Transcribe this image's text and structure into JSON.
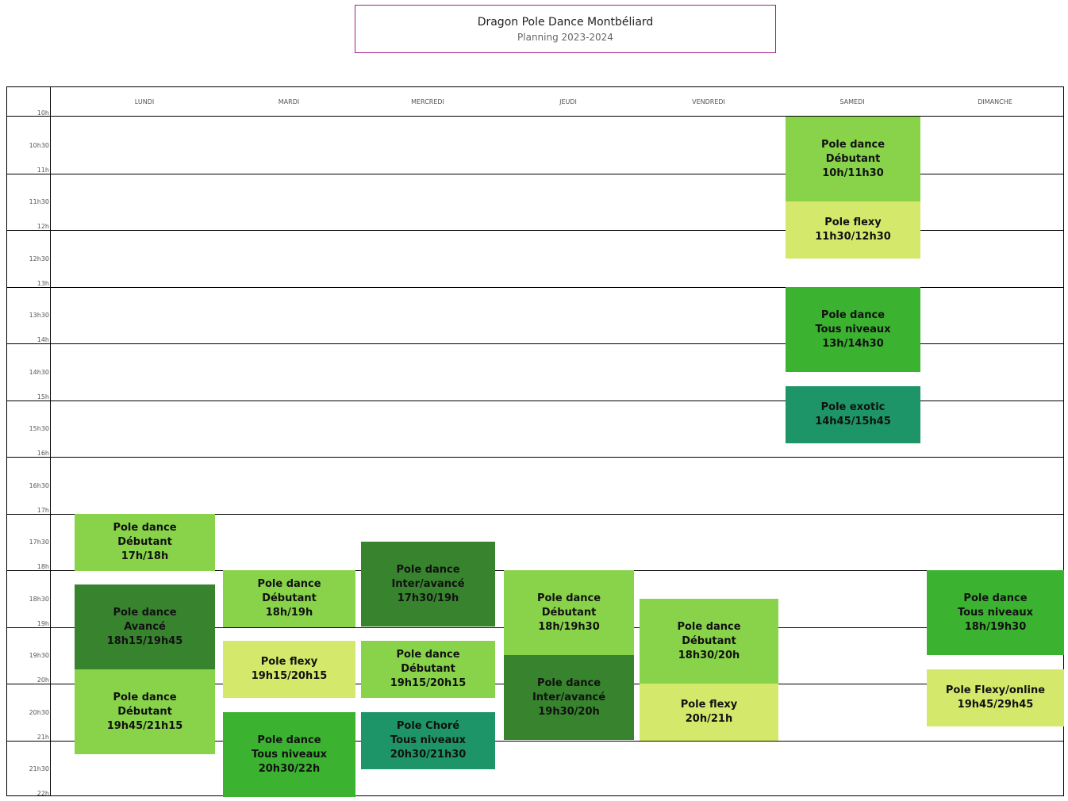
{
  "header": {
    "title": "Dragon Pole Dance Montbéliard",
    "subtitle": "Planning 2023-2024"
  },
  "days": [
    "LUNDI",
    "MARDI",
    "MERCREDI",
    "JEUDI",
    "VENDREDI",
    "SAMEDI",
    "DIMANCHE"
  ],
  "hours": [
    "10h",
    "10h30",
    "11h",
    "11h30",
    "12h",
    "12h30",
    "13h",
    "13h30",
    "14h",
    "14h30",
    "15h",
    "15h30",
    "16h",
    "16h30",
    "17h",
    "17h30",
    "18h",
    "18h30",
    "19h",
    "19h30",
    "20h",
    "20h30",
    "21h",
    "21h30",
    "22h"
  ],
  "colors": {
    "light_green": "#88d34a",
    "yellow_green": "#d4e96b",
    "green": "#3cb231",
    "dark_green": "#37832e",
    "teal": "#1e9569",
    "title_border": "#a0208c"
  },
  "events": [
    {
      "day": "LUNDI",
      "lines": [
        "Pole dance",
        "Débutant",
        "17h/18h"
      ],
      "color": "light_green"
    },
    {
      "day": "LUNDI",
      "lines": [
        "Pole dance",
        "Avancé",
        "18h15/19h45"
      ],
      "color": "dark_green"
    },
    {
      "day": "LUNDI",
      "lines": [
        "Pole dance",
        "Débutant",
        "19h45/21h15"
      ],
      "color": "light_green"
    },
    {
      "day": "MARDI",
      "lines": [
        "Pole dance",
        "Débutant",
        "18h/19h"
      ],
      "color": "light_green"
    },
    {
      "day": "MARDI",
      "lines": [
        "Pole flexy",
        "19h15/20h15"
      ],
      "color": "yellow_green"
    },
    {
      "day": "MARDI",
      "lines": [
        "Pole dance",
        "Tous niveaux",
        "20h30/22h"
      ],
      "color": "green"
    },
    {
      "day": "MERCREDI",
      "lines": [
        "Pole dance",
        "Inter/avancé",
        "17h30/19h"
      ],
      "color": "dark_green"
    },
    {
      "day": "MERCREDI",
      "lines": [
        "Pole dance",
        "Débutant",
        "19h15/20h15"
      ],
      "color": "light_green"
    },
    {
      "day": "MERCREDI",
      "lines": [
        "Pole Choré",
        "Tous niveaux",
        "20h30/21h30"
      ],
      "color": "teal"
    },
    {
      "day": "JEUDI",
      "lines": [
        "Pole dance",
        "Débutant",
        "18h/19h30"
      ],
      "color": "light_green"
    },
    {
      "day": "JEUDI",
      "lines": [
        "Pole dance",
        "Inter/avancé",
        "19h30/20h"
      ],
      "color": "dark_green"
    },
    {
      "day": "VENDREDI",
      "lines": [
        "Pole dance",
        "Débutant",
        "18h30/20h"
      ],
      "color": "light_green"
    },
    {
      "day": "VENDREDI",
      "lines": [
        "Pole flexy",
        "20h/21h"
      ],
      "color": "yellow_green"
    },
    {
      "day": "SAMEDI",
      "lines": [
        "Pole dance",
        "Débutant",
        "10h/11h30"
      ],
      "color": "light_green"
    },
    {
      "day": "SAMEDI",
      "lines": [
        "Pole flexy",
        "11h30/12h30"
      ],
      "color": "yellow_green"
    },
    {
      "day": "SAMEDI",
      "lines": [
        "Pole dance",
        "Tous niveaux",
        "13h/14h30"
      ],
      "color": "green"
    },
    {
      "day": "SAMEDI",
      "lines": [
        "Pole exotic",
        "14h45/15h45"
      ],
      "color": "teal"
    },
    {
      "day": "DIMANCHE",
      "lines": [
        "Pole dance",
        "Tous niveaux",
        "18h/19h30"
      ],
      "color": "green"
    },
    {
      "day": "DIMANCHE",
      "lines": [
        "Pole Flexy/online",
        "19h45/29h45"
      ],
      "color": "yellow_green"
    }
  ]
}
